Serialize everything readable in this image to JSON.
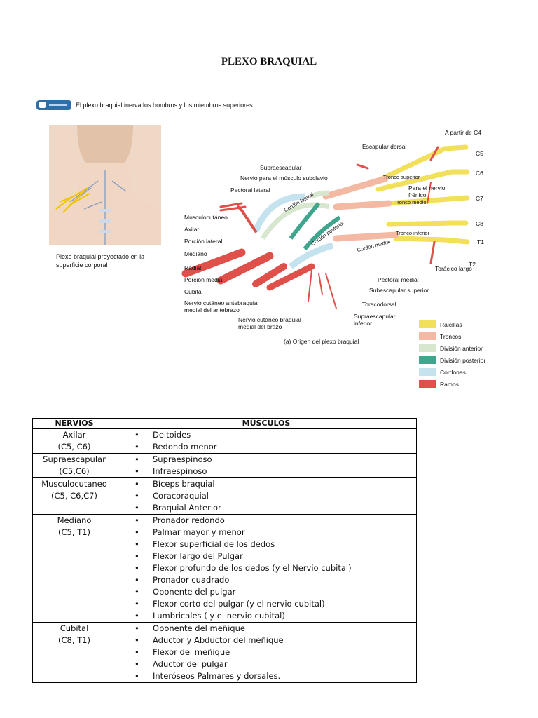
{
  "title": "PLEXO BRAQUIAL",
  "banner_text": "El plexo braquial inerva los hombros y los miembros superiores.",
  "left_caption": "Plexo braquial proyectado en la superficie corporal",
  "diagram": {
    "caption": "(a) Origen del plexo braquial",
    "roots": [
      "A partir de C4",
      "C5",
      "C6",
      "C7",
      "C8",
      "T1",
      "T2"
    ],
    "labels": {
      "escapular_dorsal": "Escapular dorsal",
      "supraescapular": "Supraescapular",
      "nervio_subclavio": "Nervio para el músculo subclavio",
      "pectoral_lateral": "Pectoral lateral",
      "musculocutaneo": "Musculocutáneo",
      "axilar": "Axilar",
      "porcion_lateral": "Porción lateral",
      "mediano": "Mediano",
      "radial": "Radial",
      "porcion_medial": "Porción medial",
      "cubital": "Cubital",
      "cutaneo_antebraquial": "Nervio cutáneo antebraquial\nmedial del antebrazo",
      "cutaneo_braquial": "Nervio cutáneo braquial\nmedial del brazo",
      "supraescapular_inferior": "Supraescapular\ninferior",
      "toracodorsal": "Toracodorsal",
      "subescapular_superior": "Subescapular superior",
      "pectoral_medial": "Pectoral medial",
      "toracico_largo": "Torácico largo",
      "nervio_frenico": "Para el nervio\nfrénico",
      "tronco_superior": "Tronco superior",
      "tronco_medio": "Tronco medio",
      "tronco_inferior": "Tronco inferior",
      "cordon_lateral": "Cordón lateral",
      "cordon_posterior": "Cordón posterior",
      "cordon_medial": "Cordón medial"
    }
  },
  "legend": [
    {
      "label": "Raicillas",
      "color": "#f2df5a"
    },
    {
      "label": "Troncos",
      "color": "#f4b9a2"
    },
    {
      "label": "División anterior",
      "color": "#d6e6cf"
    },
    {
      "label": "División posterior",
      "color": "#3fa58c"
    },
    {
      "label": "Cordones",
      "color": "#c5e3ef"
    },
    {
      "label": "Ramos",
      "color": "#e0504a"
    }
  ],
  "table": {
    "headers": [
      "NERVIOS",
      "MÙSCULOS"
    ],
    "rows": [
      {
        "nerve": "Axilar",
        "roots": "(C5, C6)",
        "muscles": [
          "Deltoides",
          "Redondo menor"
        ]
      },
      {
        "nerve": "Supraescapular",
        "roots": "(C5,C6)",
        "muscles": [
          "Supraespinoso",
          "Infraespinoso"
        ]
      },
      {
        "nerve": "Musculocutaneo",
        "roots": "(C5, C6,C7)",
        "muscles": [
          "Bíceps braquial",
          "Coracoraquial",
          "Braquial Anterior"
        ]
      },
      {
        "nerve": "Mediano",
        "roots": "(C5, T1)",
        "muscles": [
          "Pronador redondo",
          "Palmar mayor y menor",
          "Flexor superficial de los dedos",
          "Flexor largo del Pulgar",
          "Flexor profundo de los dedos (y el Nervio cubital)",
          "Pronador cuadrado",
          "Oponente del pulgar",
          "Flexor corto del pulgar (y el nervio cubital)",
          "Lumbricales ( y el nervio cubital)"
        ]
      },
      {
        "nerve": "Cubital",
        "roots": "(C8, T1)",
        "muscles": [
          "Oponente del meñique",
          "Aductor y Abductor del meñique",
          "Flexor del meñique",
          "Aductor del pulgar",
          "Interóseos Palmares y dorsales."
        ]
      }
    ]
  }
}
